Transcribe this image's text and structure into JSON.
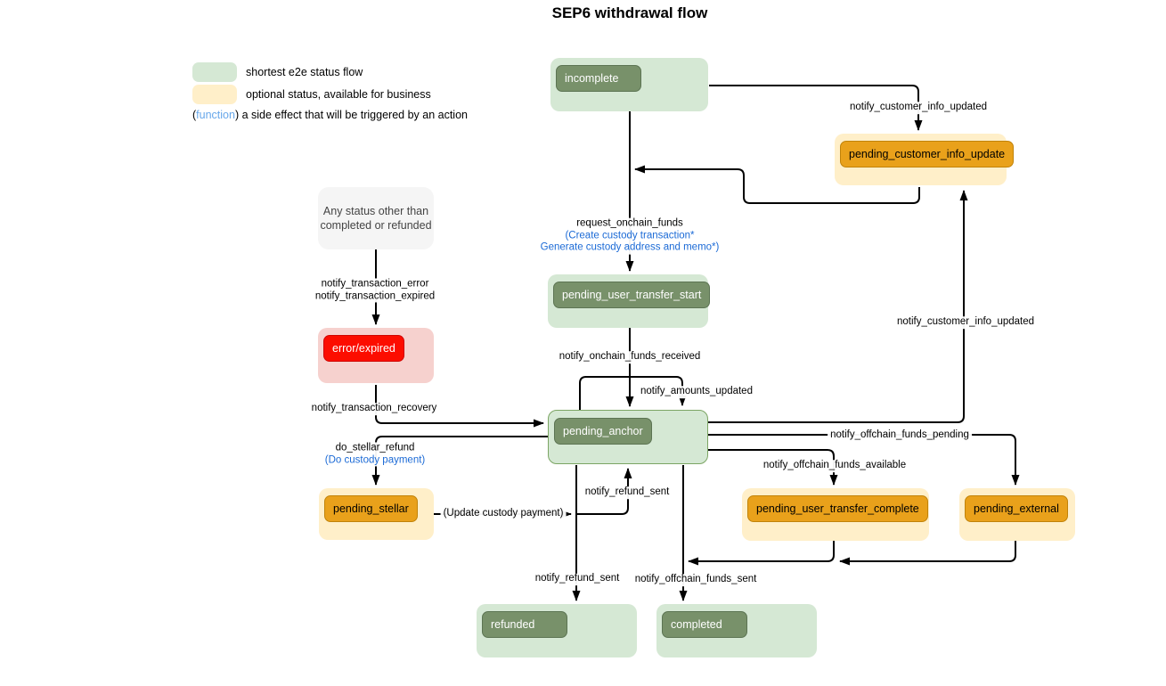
{
  "title": "SEP6 withdrawal flow",
  "legend": {
    "shortest": "shortest e2e status flow",
    "optional": "optional status, available for business",
    "fn_open": "(",
    "fn_word": "function",
    "fn_rest": ") a side effect that will be triggered by an action"
  },
  "nodes": {
    "any_status_line1": "Any status other than",
    "any_status_line2": "completed or refunded",
    "incomplete": "incomplete",
    "pending_customer_info_update": "pending_customer_info_update",
    "pending_user_transfer_start": "pending_user_transfer_start",
    "pending_anchor": "pending_anchor",
    "error_expired": "error/expired",
    "pending_stellar": "pending_stellar",
    "pending_user_transfer_complete": "pending_user_transfer_complete",
    "pending_external": "pending_external",
    "refunded": "refunded",
    "completed": "completed"
  },
  "edge_labels": {
    "notify_customer_info_updated_top": "notify_customer_info_updated",
    "notify_customer_info_updated_right": "notify_customer_info_updated",
    "request_onchain_funds": "request_onchain_funds",
    "request_onchain_funds_fn1": "(Create custody transaction*",
    "request_onchain_funds_fn2": "Generate custody address and memo*)",
    "notify_onchain_funds_received": "notify_onchain_funds_received",
    "notify_amounts_updated": "notify_amounts_updated",
    "notify_transaction_error": "notify_transaction_error",
    "notify_transaction_expired": "notify_transaction_expired",
    "notify_transaction_recovery": "notify_transaction_recovery",
    "do_stellar_refund": "do_stellar_refund",
    "do_stellar_refund_fn": "(Do custody payment)",
    "update_custody_payment_fn": "(Update custody payment)",
    "notify_refund_sent_upper": "notify_refund_sent",
    "notify_refund_sent_lower": "notify_refund_sent",
    "notify_offchain_funds_sent": "notify_offchain_funds_sent",
    "notify_offchain_funds_pending": "notify_offchain_funds_pending",
    "notify_offchain_funds_available": "notify_offchain_funds_available"
  },
  "colors": {
    "green_light": "#d5e8d4",
    "green_dark": "#78916a",
    "yellow_light": "#ffefc9",
    "orange": "#e9a11b",
    "red_light": "#f6d1ce",
    "red": "#fc0d00",
    "gray_box": "#f5f5f5",
    "function_blue": "#1b6ad6",
    "legend_blue": "#67a7ea",
    "edge_black": "#000000"
  }
}
